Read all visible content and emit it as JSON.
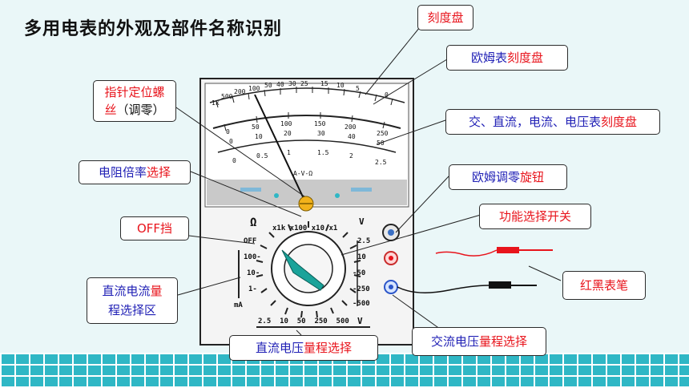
{
  "title": "多用电表的外观及部件名称识别",
  "labels": {
    "dial": "刻度盘",
    "ohm_dial_a": "欧姆表",
    "ohm_dial_b": "刻度盘",
    "acdc_a": "交、直流，电流、电压表",
    "acdc_b": "刻度盘",
    "pointer_screw_a": "指针定位螺",
    "pointer_screw_b1": "丝",
    "pointer_screw_b2": "（调零）",
    "ohm_adjust_a": "欧姆调零",
    "ohm_adjust_b": "旋钮",
    "resistance_a": "电阻倍率",
    "resistance_b": "选择",
    "function_switch": "功能选择开关",
    "off_gear": "OFF挡",
    "test_leads": "红黑表笔",
    "dc_current_a": "直流电流",
    "dc_current_b": "量",
    "dc_current_c": "程选择区",
    "dc_voltage_a": "直流电压",
    "dc_voltage_b": "量程选择",
    "ac_voltage_a": "交流电压",
    "ac_voltage_b": "量程选择"
  },
  "meter": {
    "ohm_scale": [
      "1k",
      "500",
      "200",
      "100",
      "50",
      "40",
      "30",
      "25",
      "15",
      "10",
      "5",
      "0"
    ],
    "dc_scale": [
      "0",
      "50",
      "100",
      "150",
      "200",
      "250"
    ],
    "v_scale": [
      "0",
      "10",
      "20",
      "30",
      "40",
      "50"
    ],
    "ac_scale": [
      "0",
      "0.5",
      "1",
      "1.5",
      "2",
      "2.5"
    ],
    "face_text": "A-V-Ω",
    "ohm_symbol": "Ω",
    "multipliers": "x1k x100 x10 x1",
    "v_mark": "V",
    "off": "OFF",
    "ma_ranges": [
      "100-",
      "10-",
      "1-"
    ],
    "ma_label": "mA",
    "right_ranges": [
      "2.5",
      "10",
      "-50",
      "-250",
      "-500"
    ],
    "bottom_ranges": "2.5  10  50  250  500",
    "bottom_v": "V"
  },
  "colors": {
    "red_text": "#e8141c",
    "blue_text": "#1f1fb5",
    "tile": "#2fb7c5"
  }
}
